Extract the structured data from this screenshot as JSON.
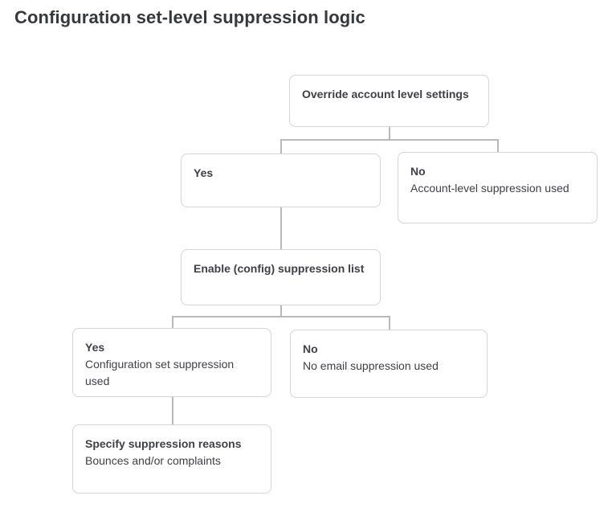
{
  "title": "Configuration set-level suppression logic",
  "diagram": {
    "type": "flowchart",
    "nodes": [
      {
        "id": "override",
        "label": "Override account level settings",
        "sublabel": ""
      },
      {
        "id": "yes-override",
        "label": "Yes",
        "sublabel": ""
      },
      {
        "id": "no-override",
        "label": "No",
        "sublabel": "Account-level suppression used"
      },
      {
        "id": "enable-config-list",
        "label": "Enable (config) suppression list",
        "sublabel": ""
      },
      {
        "id": "yes-enable",
        "label": "Yes",
        "sublabel": "Configuration set suppression used"
      },
      {
        "id": "no-enable",
        "label": "No",
        "sublabel": "No email suppression used"
      },
      {
        "id": "specify-reasons",
        "label": "Specify suppression reasons",
        "sublabel": "Bounces and/or complaints"
      }
    ],
    "edges": [
      {
        "from": "override",
        "to": "yes-override"
      },
      {
        "from": "override",
        "to": "no-override"
      },
      {
        "from": "yes-override",
        "to": "enable-config-list"
      },
      {
        "from": "enable-config-list",
        "to": "yes-enable"
      },
      {
        "from": "enable-config-list",
        "to": "no-enable"
      },
      {
        "from": "yes-enable",
        "to": "specify-reasons"
      }
    ],
    "colors": {
      "background": "#ffffff",
      "box_border": "#d5d5d5",
      "connector": "#b9b9b9",
      "title_text": "#36383c",
      "box_text": "#3f4045"
    }
  }
}
